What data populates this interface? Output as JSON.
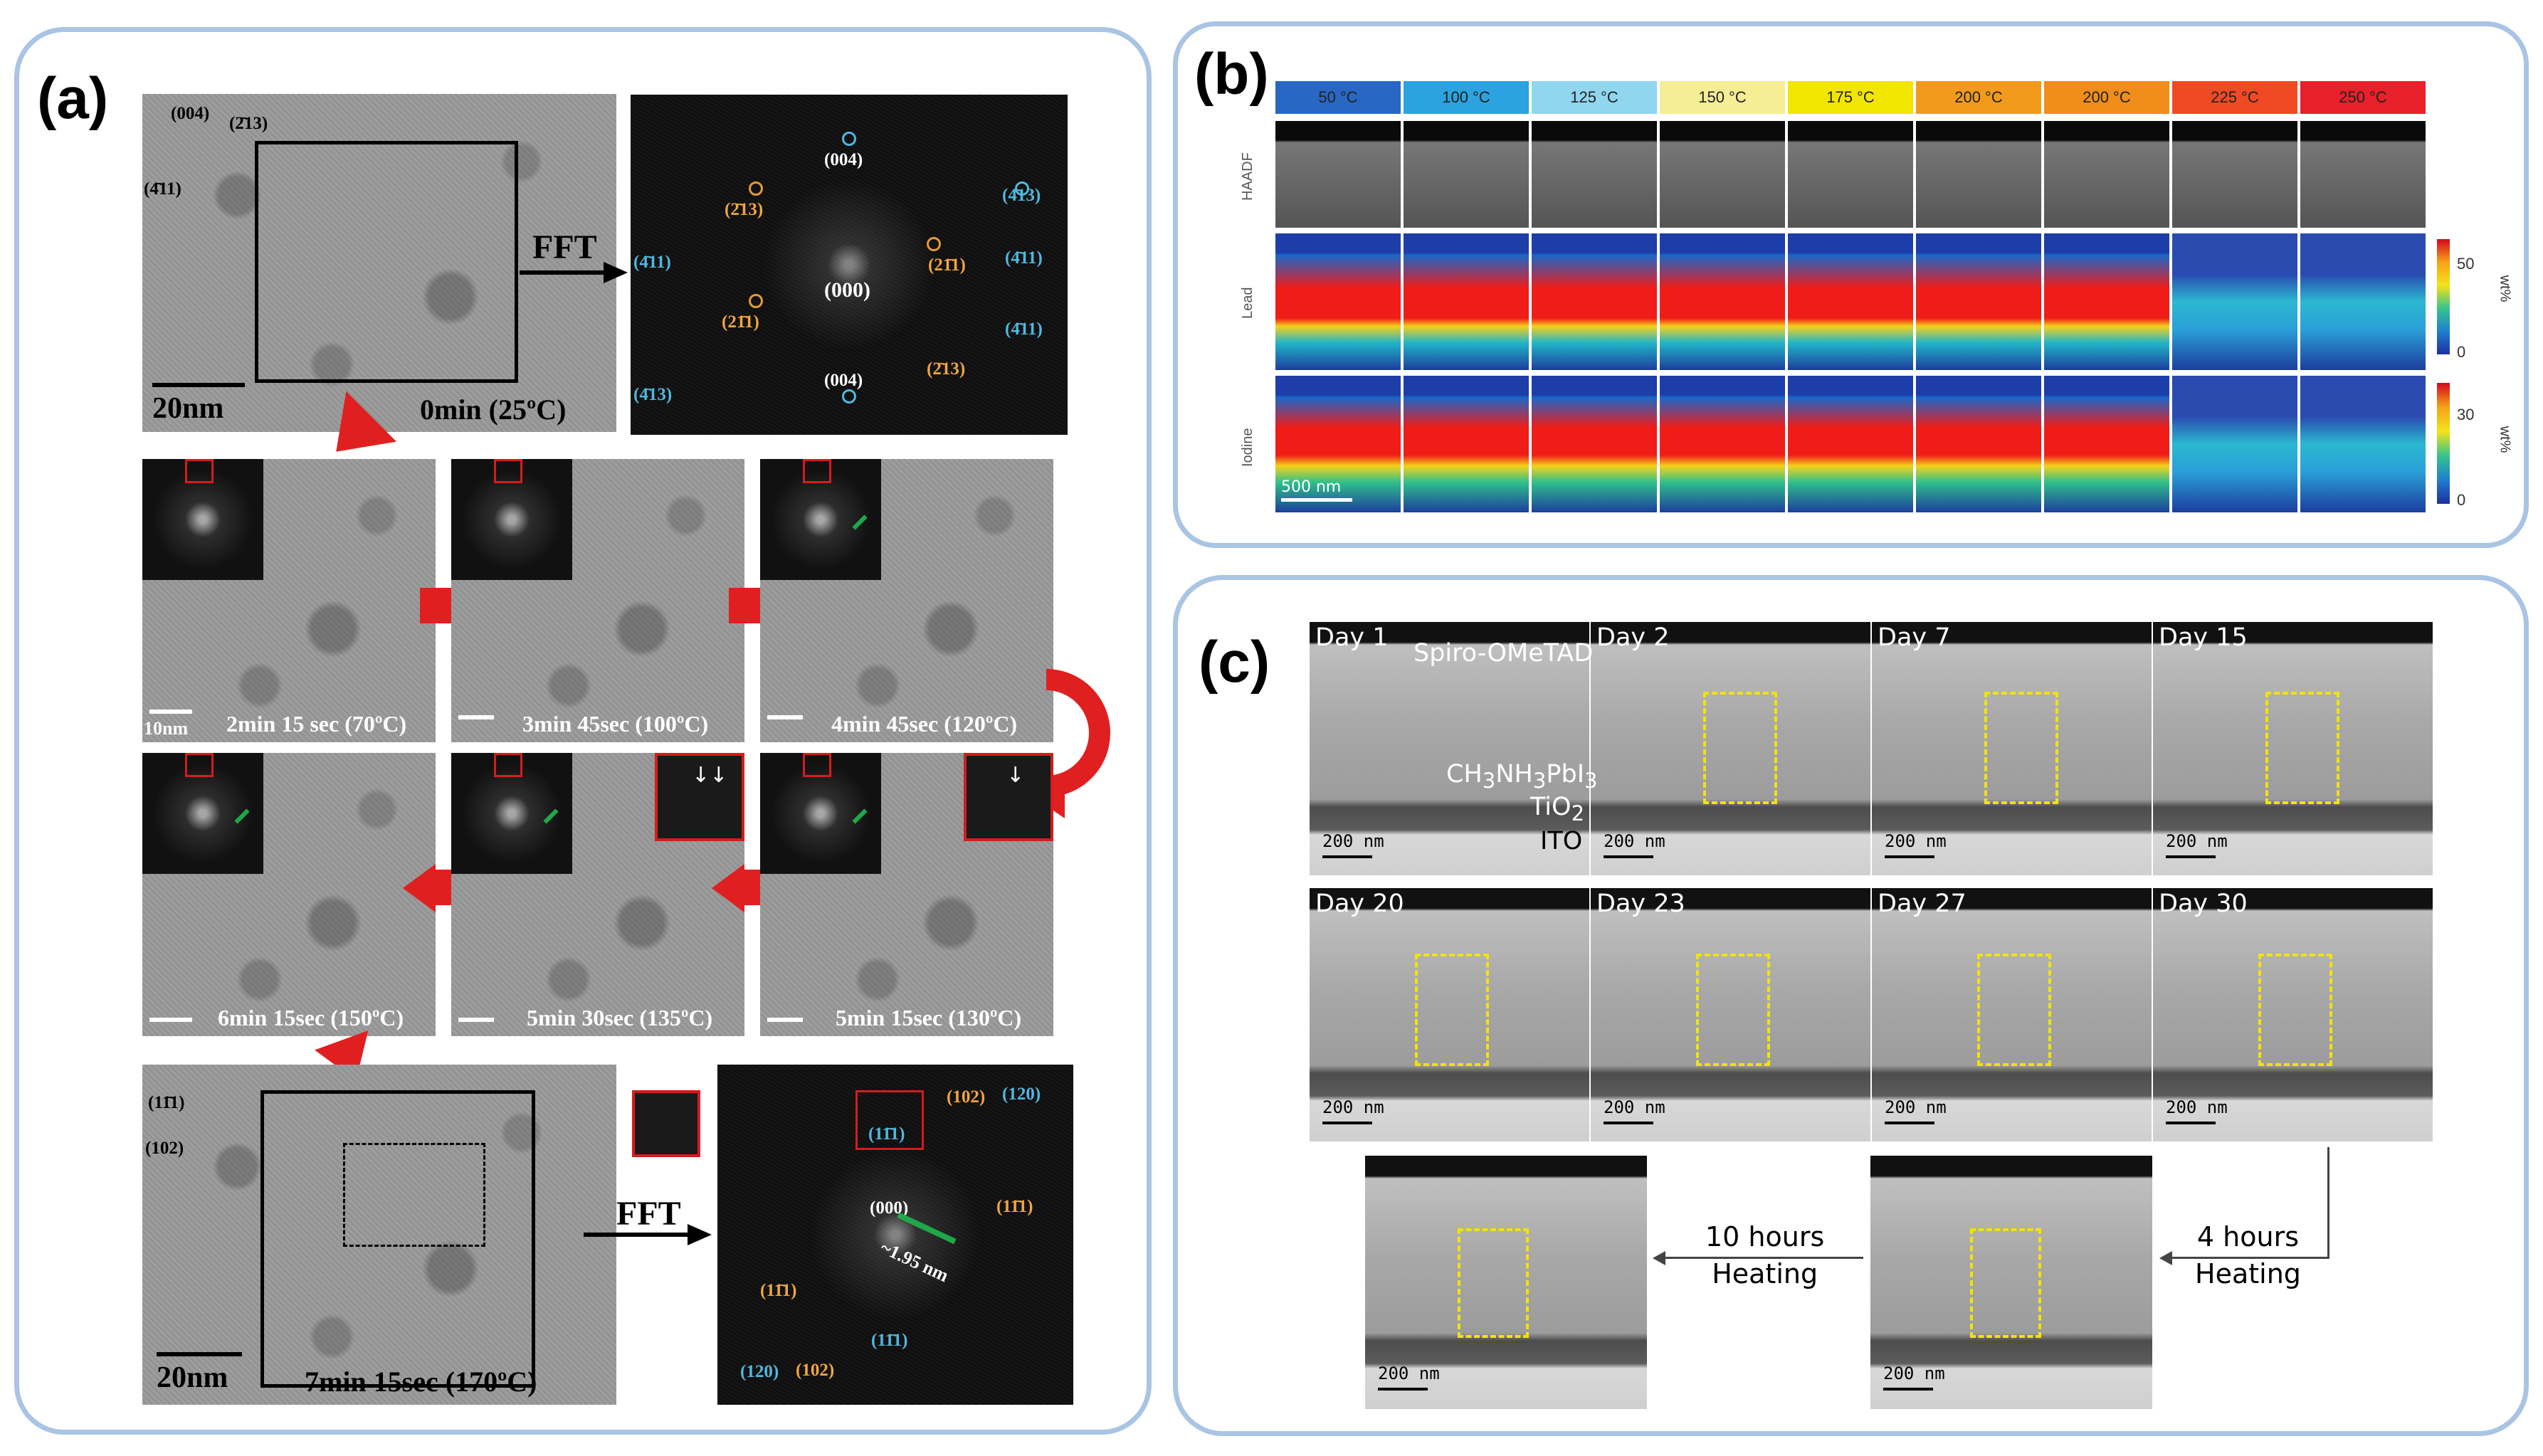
{
  "panel_a": {
    "letter": "(a)",
    "top": {
      "scalebar": "20nm",
      "time": "0min (25ºC)",
      "fft_label": "FFT",
      "axes": [
        "(004)",
        "(2̄13)",
        "(4̄11)"
      ],
      "fft_spots": [
        "(004)",
        "(2̄13)",
        "(4̄13)",
        "(4̄11)",
        "(000)",
        "(21̄1)",
        "(4̄11)",
        "(21̄1)",
        "(4̄13)",
        "(004)",
        "(2̄13)",
        "(4̄11)"
      ]
    },
    "frames": [
      {
        "time": "2min 15 sec (70ºC)",
        "scalebar": "10nm"
      },
      {
        "time": "3min 45sec (100ºC)",
        "scalebar": ""
      },
      {
        "time": "4min 45sec (120ºC)",
        "scalebar": ""
      },
      {
        "time": "6min 15sec (150ºC)",
        "scalebar": ""
      },
      {
        "time": "5min 30sec (135ºC)",
        "scalebar": ""
      },
      {
        "time": "5min 15sec (130ºC)",
        "scalebar": ""
      }
    ],
    "bottom": {
      "scalebar": "20nm",
      "time": "7min 15sec (170ºC)",
      "fft_label": "FFT",
      "axes": [
        "(11̄1)",
        "(102)"
      ],
      "fft_spots": [
        "(102)",
        "(120)",
        "(11̄1)",
        "(000)",
        "(11̄1)",
        "(11̄1)",
        "(11̄1)",
        "(120)",
        "(102)"
      ],
      "distance": "~1.95 nm"
    }
  },
  "panel_b": {
    "letter": "(b)",
    "temperatures": [
      "50 °C",
      "100 °C",
      "125 °C",
      "150 °C",
      "175 °C",
      "200 °C",
      "200 °C",
      "225 °C",
      "250 °C"
    ],
    "temp_colors": [
      "#2867c4",
      "#2aa3e0",
      "#8fd6ee",
      "#f5ee94",
      "#f2e600",
      "#f29a1c",
      "#f08d1b",
      "#ef4a24",
      "#e8202a"
    ],
    "rows": [
      "HAADF",
      "Lead",
      "Iodine"
    ],
    "scalebar": "500 nm",
    "lead_ticks": [
      "50",
      "0"
    ],
    "iodine_ticks": [
      "30",
      "0"
    ],
    "unit": "wt%"
  },
  "panel_c": {
    "letter": "(c)",
    "days_row1": [
      "Day 1",
      "Day 2",
      "Day 7",
      "Day 15"
    ],
    "days_row2": [
      "Day 20",
      "Day 23",
      "Day 27",
      "Day 30"
    ],
    "layers": [
      "Spiro-OMeTAD",
      "CH3NH3PbI3",
      "TiO2",
      "ITO"
    ],
    "scalebar": "200 nm",
    "heat_10": "10 hours\nHeating",
    "heat_10_a": "10 hours",
    "heat_10_b": "Heating",
    "heat_4_a": "4 hours",
    "heat_4_b": "Heating"
  }
}
